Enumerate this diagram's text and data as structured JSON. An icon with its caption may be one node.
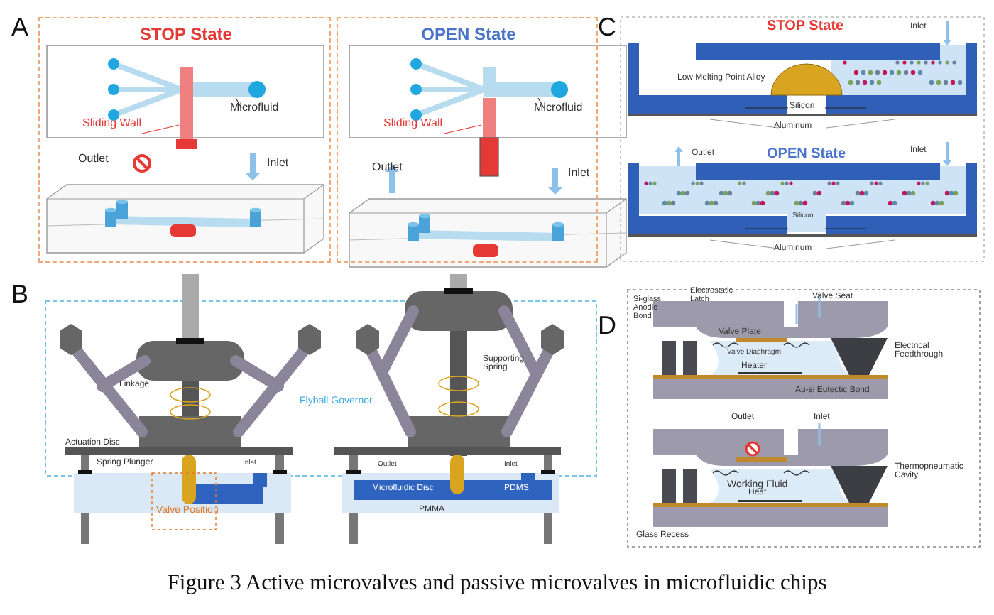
{
  "diagram": {
    "caption": "Figure 3 Active microvalves and passive microvalves in microfluidic chips",
    "nodes": [
      {
        "text": [
          "STOP State"
        ]
      },
      {
        "text": [
          "OPEN State"
        ]
      },
      {
        "text": [
          "Flyball Governor"
        ]
      }
    ],
    "labels": [
      "A",
      "Microfluid",
      "Sliding Wall",
      "Outlet",
      "Inlet",
      "Microfluid",
      "Sliding Wall",
      "Outlet",
      "Inlet",
      "C",
      "STOP State",
      "Inlet",
      "Low Melting Point Alloy",
      "Silicon",
      "Aluminum",
      "Outlet",
      "OPEN State",
      "Inlet",
      "Silicon",
      "Aluminum",
      "B",
      "Linkage",
      "Actuation Disc",
      "Spring Plunger",
      "Inlet",
      "Valve Position",
      "Supporting Spring",
      "Outlet",
      "Inlet",
      "Microfluidic Disc",
      "PDMS",
      "PMMA",
      "D",
      "Si-glass Anodic Bond",
      "Electrostatic Latch",
      "Valve Seat",
      "Valve Plate",
      "Valve Diaphragm",
      "Electrical Feedthrough",
      "Heater",
      "Au-si Eutectic Bond",
      "Outlet",
      "Inlet",
      "Thermopneumatic Cavity",
      "Working Fluid",
      "Heat",
      "Glass Recess"
    ]
  }
}
